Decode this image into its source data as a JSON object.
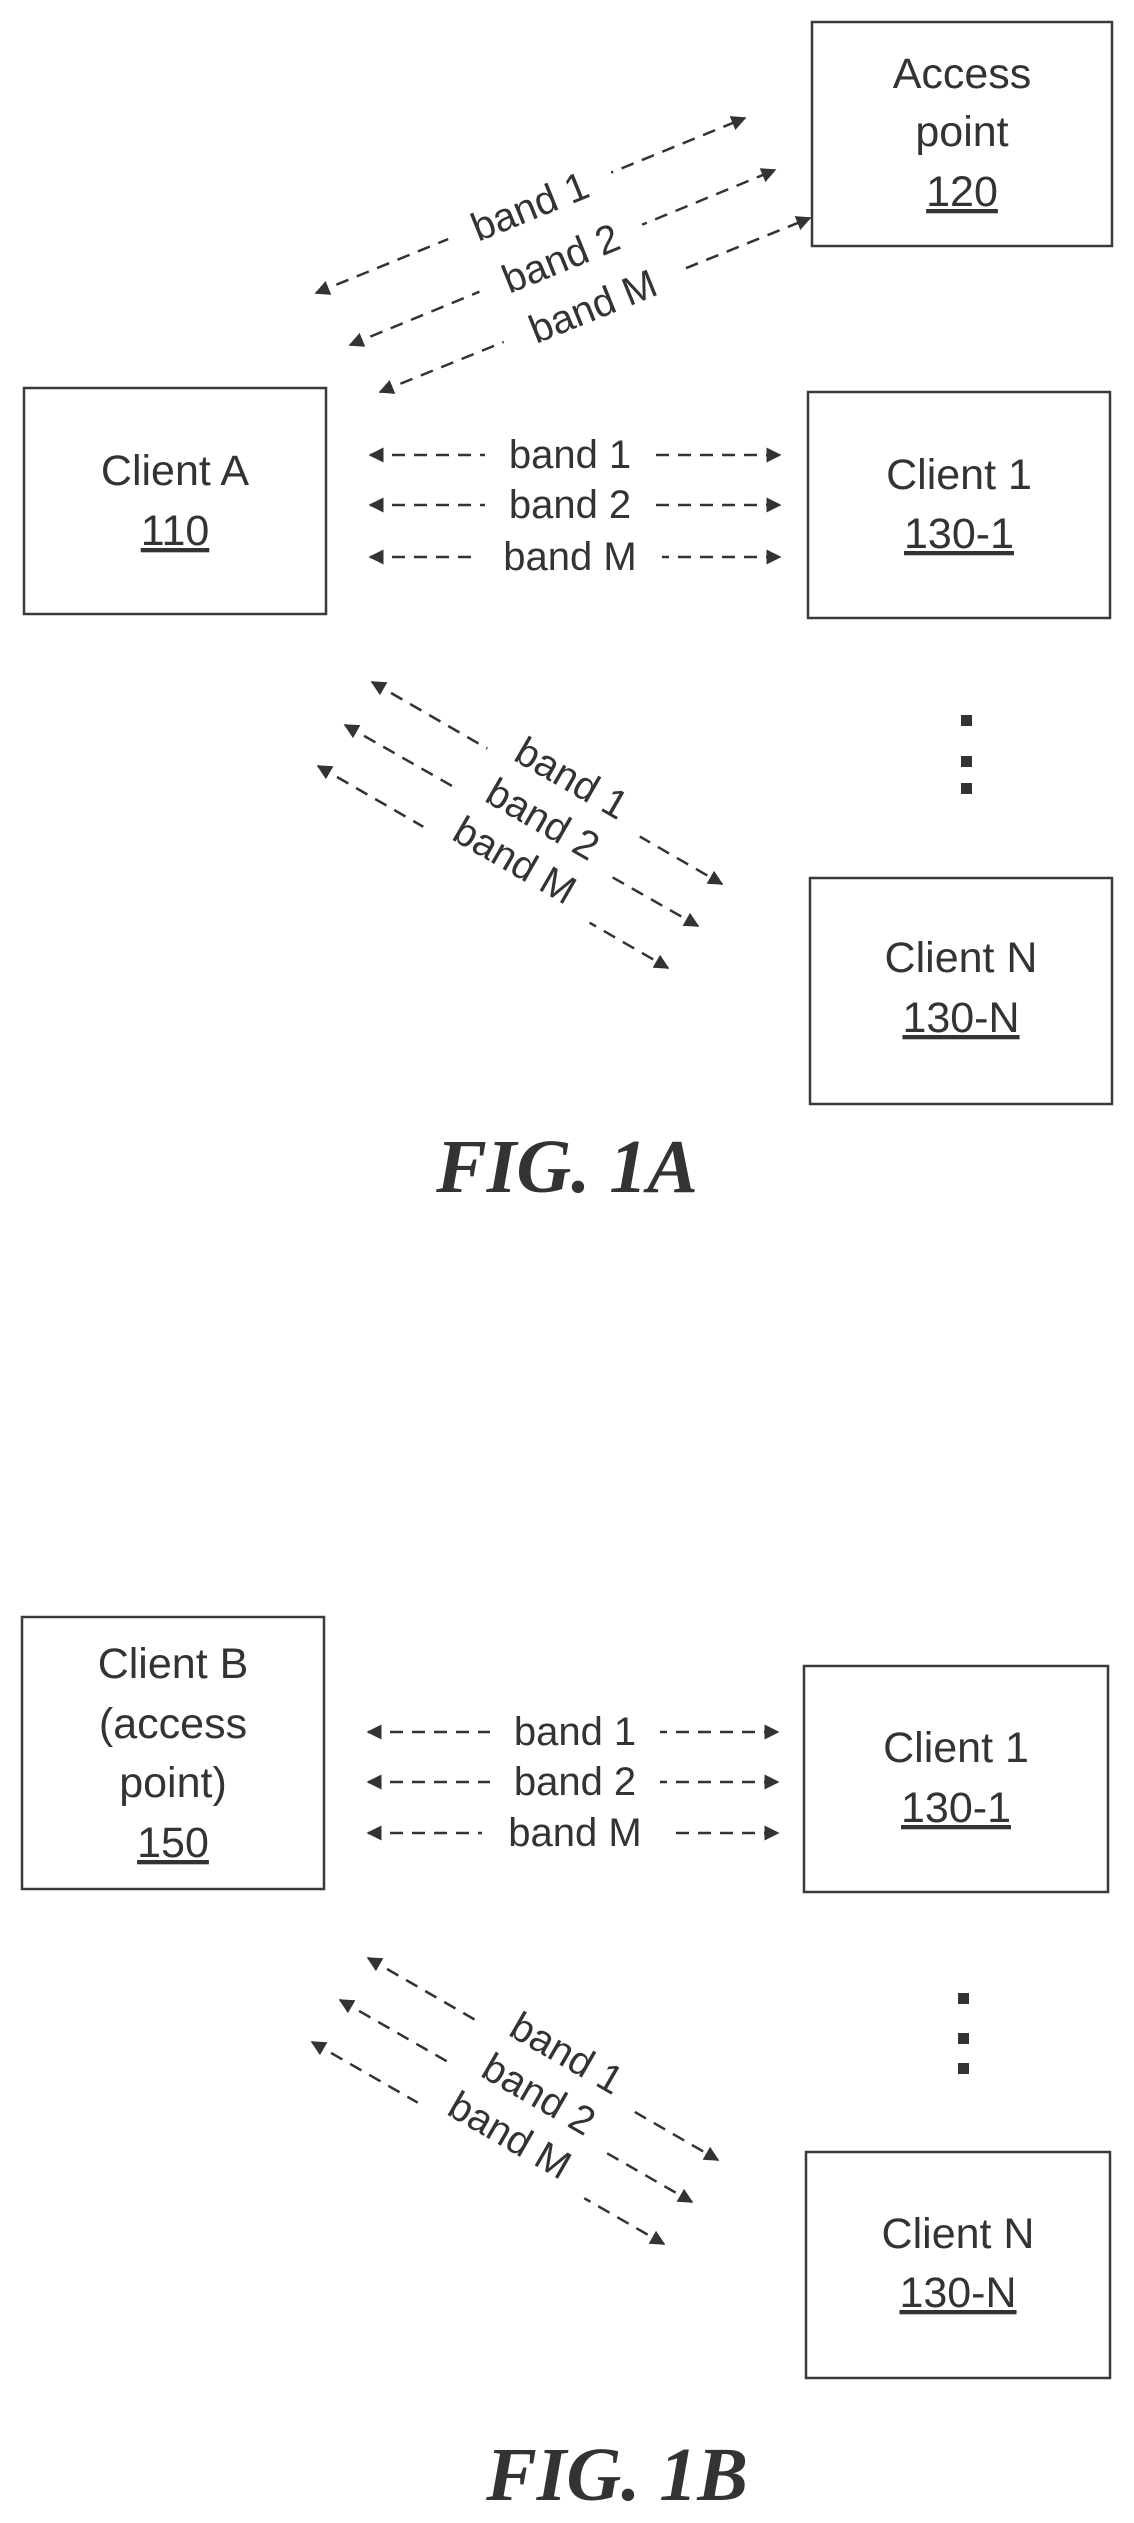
{
  "figures": [
    {
      "caption": "FIG. 1A",
      "nodes": {
        "access_point": {
          "lines": [
            "Access",
            "point"
          ],
          "ref": "120"
        },
        "client_main": {
          "lines": [
            "Client A"
          ],
          "ref": "110"
        },
        "client_1": {
          "lines": [
            "Client 1"
          ],
          "ref": "130-1"
        },
        "client_n": {
          "lines": [
            "Client N"
          ],
          "ref": "130-N"
        }
      },
      "links_to_access_point": [
        "band 1",
        "band 2",
        "band M"
      ],
      "links_to_client_1": [
        "band 1",
        "band 2",
        "band M"
      ],
      "links_to_client_n": [
        "band 1",
        "band 2",
        "band M"
      ]
    },
    {
      "caption": "FIG. 1B",
      "nodes": {
        "client_main": {
          "lines": [
            "Client B",
            "(access",
            "point)"
          ],
          "ref": "150"
        },
        "client_1": {
          "lines": [
            "Client 1"
          ],
          "ref": "130-1"
        },
        "client_n": {
          "lines": [
            "Client N"
          ],
          "ref": "130-N"
        }
      },
      "links_to_client_1": [
        "band 1",
        "band 2",
        "band M"
      ],
      "links_to_client_n": [
        "band 1",
        "band 2",
        "band M"
      ]
    }
  ],
  "colors": {
    "line": "#333333",
    "box_border": "#3a3a3a",
    "background": "#ffffff"
  }
}
